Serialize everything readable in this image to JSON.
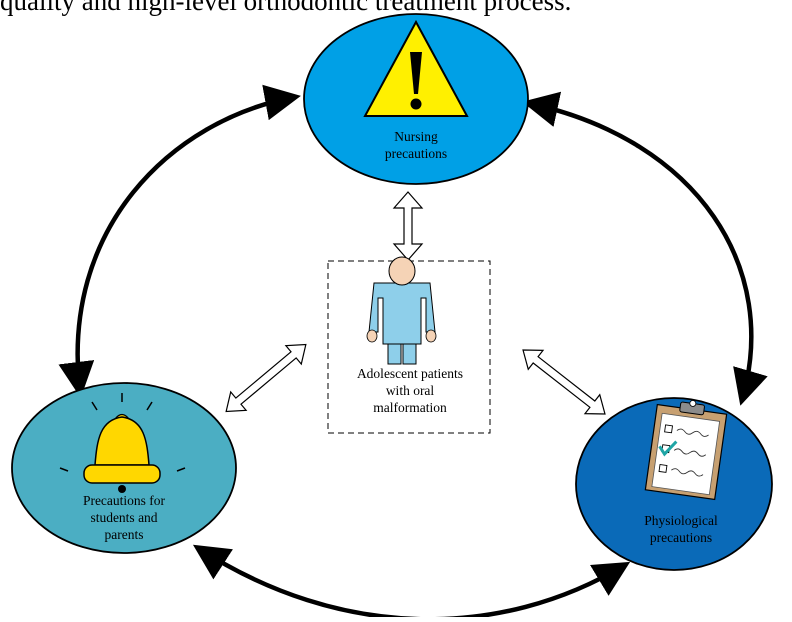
{
  "header_text": "quality and high-level orthodontic treatment process.",
  "nodes": {
    "top": {
      "lines": [
        "Nursing",
        "precautions"
      ],
      "color": "#00A0E6"
    },
    "left": {
      "lines": [
        "Precautions for",
        "students and",
        "parents"
      ],
      "color": "#4BAEC3"
    },
    "right": {
      "lines": [
        "Physiological",
        "precautions"
      ],
      "color": "#0A6AB8"
    },
    "center": {
      "lines": [
        "Adolescent patients",
        "with oral",
        "malformation"
      ]
    }
  }
}
